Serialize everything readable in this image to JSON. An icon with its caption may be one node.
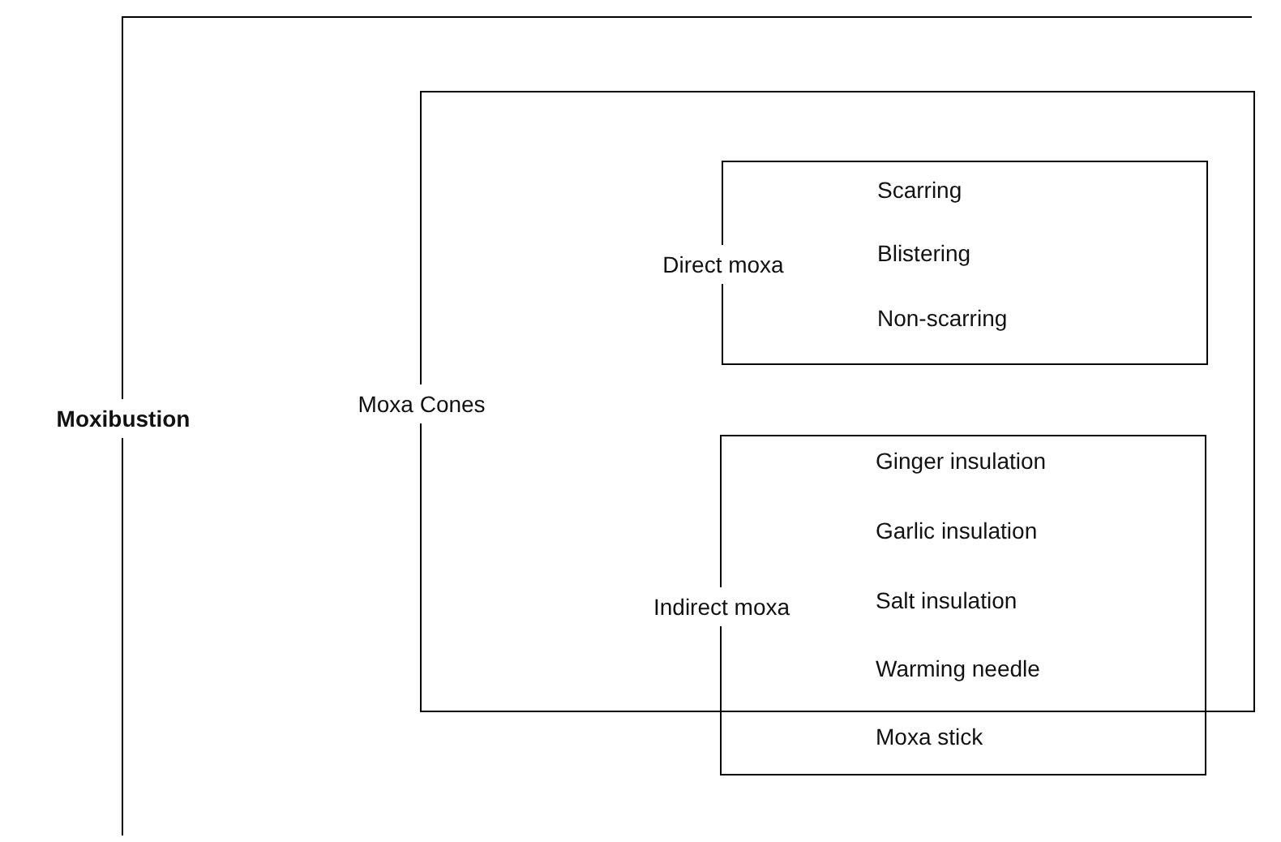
{
  "diagram": {
    "nodes": [
      {
        "text": [
          "Moxibustion"
        ]
      },
      {
        "text": [
          "Moxa Cones"
        ],
        "in": 0
      },
      {
        "text": [
          "Direct moxa",
          "Scarring",
          "Blistering",
          "Non-scarring"
        ],
        "in": 1
      },
      {
        "text": [
          "Indirect moxa",
          "Ginger insulation",
          "Garlic insulation",
          "Salt insulation",
          "Warming needle",
          "Moxa stick"
        ],
        "in": 0
      }
    ],
    "edges": []
  }
}
